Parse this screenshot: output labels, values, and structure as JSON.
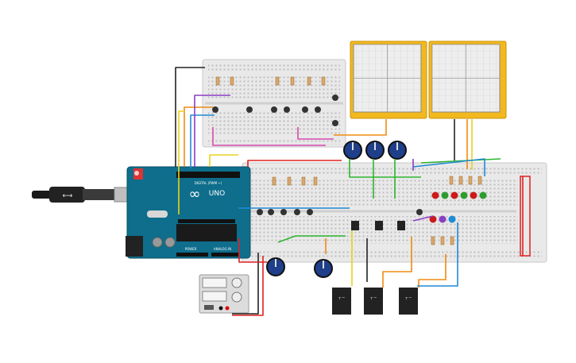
{
  "canvas": {
    "background": "#ffffff"
  },
  "arduino": {
    "brand_label": "UNO",
    "logo_text": "∞",
    "header_digital_label": "DIGITAL (PWM ~)",
    "header_power_label": "POWER",
    "header_analog_label": "ANALOG IN",
    "board_color": "#0e6e8c",
    "icon": "arduino-uno-icon"
  },
  "usb_cable": {
    "icon": "usb-plug-icon"
  },
  "oscilloscopes": [
    {
      "icon": "oscilloscope-icon",
      "frame_color": "#f2b81e"
    },
    {
      "icon": "oscilloscope-icon",
      "frame_color": "#f2b81e"
    }
  ],
  "power_supply": {
    "icon": "power-supply-icon"
  },
  "relays": [
    {
      "icon": "relay-icon"
    },
    {
      "icon": "relay-icon"
    },
    {
      "icon": "relay-icon"
    }
  ],
  "potentiometers": [
    {
      "icon": "potentiometer-icon"
    },
    {
      "icon": "potentiometer-icon"
    },
    {
      "icon": "potentiometer-icon"
    },
    {
      "icon": "potentiometer-icon"
    },
    {
      "icon": "potentiometer-icon"
    }
  ],
  "leds": [
    {
      "color": "#cc1a1a"
    },
    {
      "color": "#2e9b2e"
    },
    {
      "color": "#cc1a1a"
    },
    {
      "color": "#2e9b2e"
    },
    {
      "color": "#cc1a1a"
    },
    {
      "color": "#2e9b2e"
    }
  ],
  "wire_colors": {
    "red": "#e02020",
    "black": "#222222",
    "orange": "#f08a10",
    "yellow": "#e8d21a",
    "green": "#2db52d",
    "blue": "#1f8ad6",
    "purple": "#8a3ec4",
    "pink": "#d94bb0"
  }
}
